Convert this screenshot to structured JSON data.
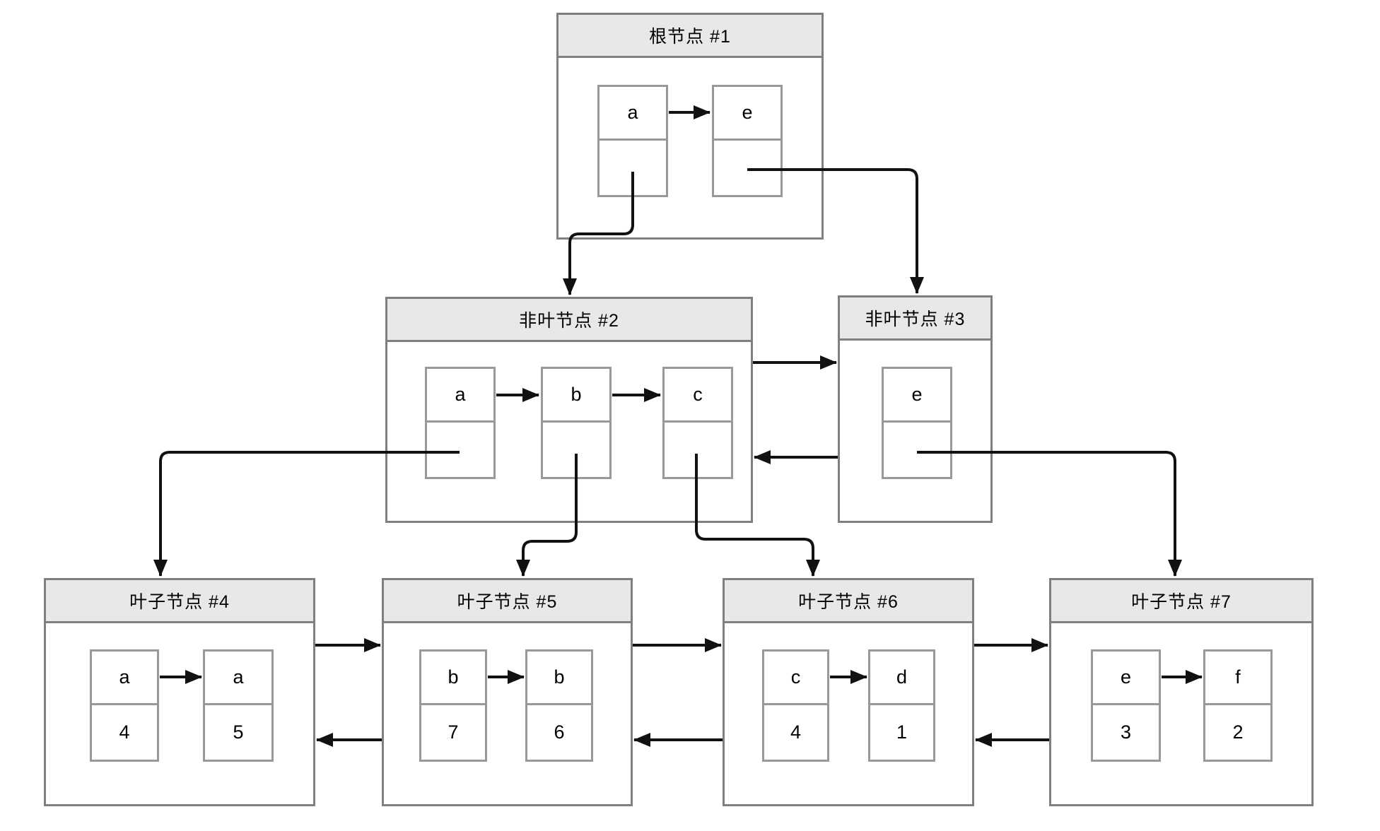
{
  "diagram": {
    "kind": "bplus-tree",
    "background": "#ffffff"
  },
  "colors": {
    "node_border": "#7f7f7f",
    "cell_border": "#999999",
    "header_fill": "#e8e8e8",
    "arrow": "#111111",
    "text": "#000000"
  },
  "nodes": [
    {
      "id": "node-1",
      "title": "根节点 #1",
      "role": "root",
      "cells": [
        {
          "key": "a"
        },
        {
          "key": "e"
        }
      ]
    },
    {
      "id": "node-2",
      "title": "非叶节点 #2",
      "role": "internal",
      "cells": [
        {
          "key": "a"
        },
        {
          "key": "b"
        },
        {
          "key": "c"
        }
      ]
    },
    {
      "id": "node-3",
      "title": "非叶节点 #3",
      "role": "internal",
      "cells": [
        {
          "key": "e"
        }
      ]
    },
    {
      "id": "node-4",
      "title": "叶子节点 #4",
      "role": "leaf",
      "cells": [
        {
          "key": "a",
          "value": "4"
        },
        {
          "key": "a",
          "value": "5"
        }
      ]
    },
    {
      "id": "node-5",
      "title": "叶子节点 #5",
      "role": "leaf",
      "cells": [
        {
          "key": "b",
          "value": "7"
        },
        {
          "key": "b",
          "value": "6"
        }
      ]
    },
    {
      "id": "node-6",
      "title": "叶子节点 #6",
      "role": "leaf",
      "cells": [
        {
          "key": "c",
          "value": "4"
        },
        {
          "key": "d",
          "value": "1"
        }
      ]
    },
    {
      "id": "node-7",
      "title": "叶子节点 #7",
      "role": "leaf",
      "cells": [
        {
          "key": "e",
          "value": "3"
        },
        {
          "key": "f",
          "value": "2"
        }
      ]
    }
  ],
  "edges": [
    {
      "kind": "key-next",
      "from": "node-1.a",
      "to": "node-1.e"
    },
    {
      "kind": "key-next",
      "from": "node-2.a",
      "to": "node-2.b"
    },
    {
      "kind": "key-next",
      "from": "node-2.b",
      "to": "node-2.c"
    },
    {
      "kind": "key-next",
      "from": "node-4.a",
      "to": "node-4.a2"
    },
    {
      "kind": "key-next",
      "from": "node-5.b",
      "to": "node-5.b2"
    },
    {
      "kind": "key-next",
      "from": "node-6.c",
      "to": "node-6.d"
    },
    {
      "kind": "key-next",
      "from": "node-7.e",
      "to": "node-7.f"
    },
    {
      "kind": "child-pointer",
      "from": "node-1.a",
      "to": "node-2"
    },
    {
      "kind": "child-pointer",
      "from": "node-1.e",
      "to": "node-3"
    },
    {
      "kind": "child-pointer",
      "from": "node-2.a",
      "to": "node-4"
    },
    {
      "kind": "child-pointer",
      "from": "node-2.b",
      "to": "node-5"
    },
    {
      "kind": "child-pointer",
      "from": "node-2.c",
      "to": "node-6"
    },
    {
      "kind": "child-pointer",
      "from": "node-3.e",
      "to": "node-7"
    },
    {
      "kind": "sibling-next",
      "from": "node-2",
      "to": "node-3"
    },
    {
      "kind": "sibling-prev",
      "from": "node-3",
      "to": "node-2"
    },
    {
      "kind": "sibling-next",
      "from": "node-4",
      "to": "node-5"
    },
    {
      "kind": "sibling-prev",
      "from": "node-5",
      "to": "node-4"
    },
    {
      "kind": "sibling-next",
      "from": "node-5",
      "to": "node-6"
    },
    {
      "kind": "sibling-prev",
      "from": "node-6",
      "to": "node-5"
    },
    {
      "kind": "sibling-next",
      "from": "node-6",
      "to": "node-7"
    },
    {
      "kind": "sibling-prev",
      "from": "node-7",
      "to": "node-6"
    }
  ]
}
